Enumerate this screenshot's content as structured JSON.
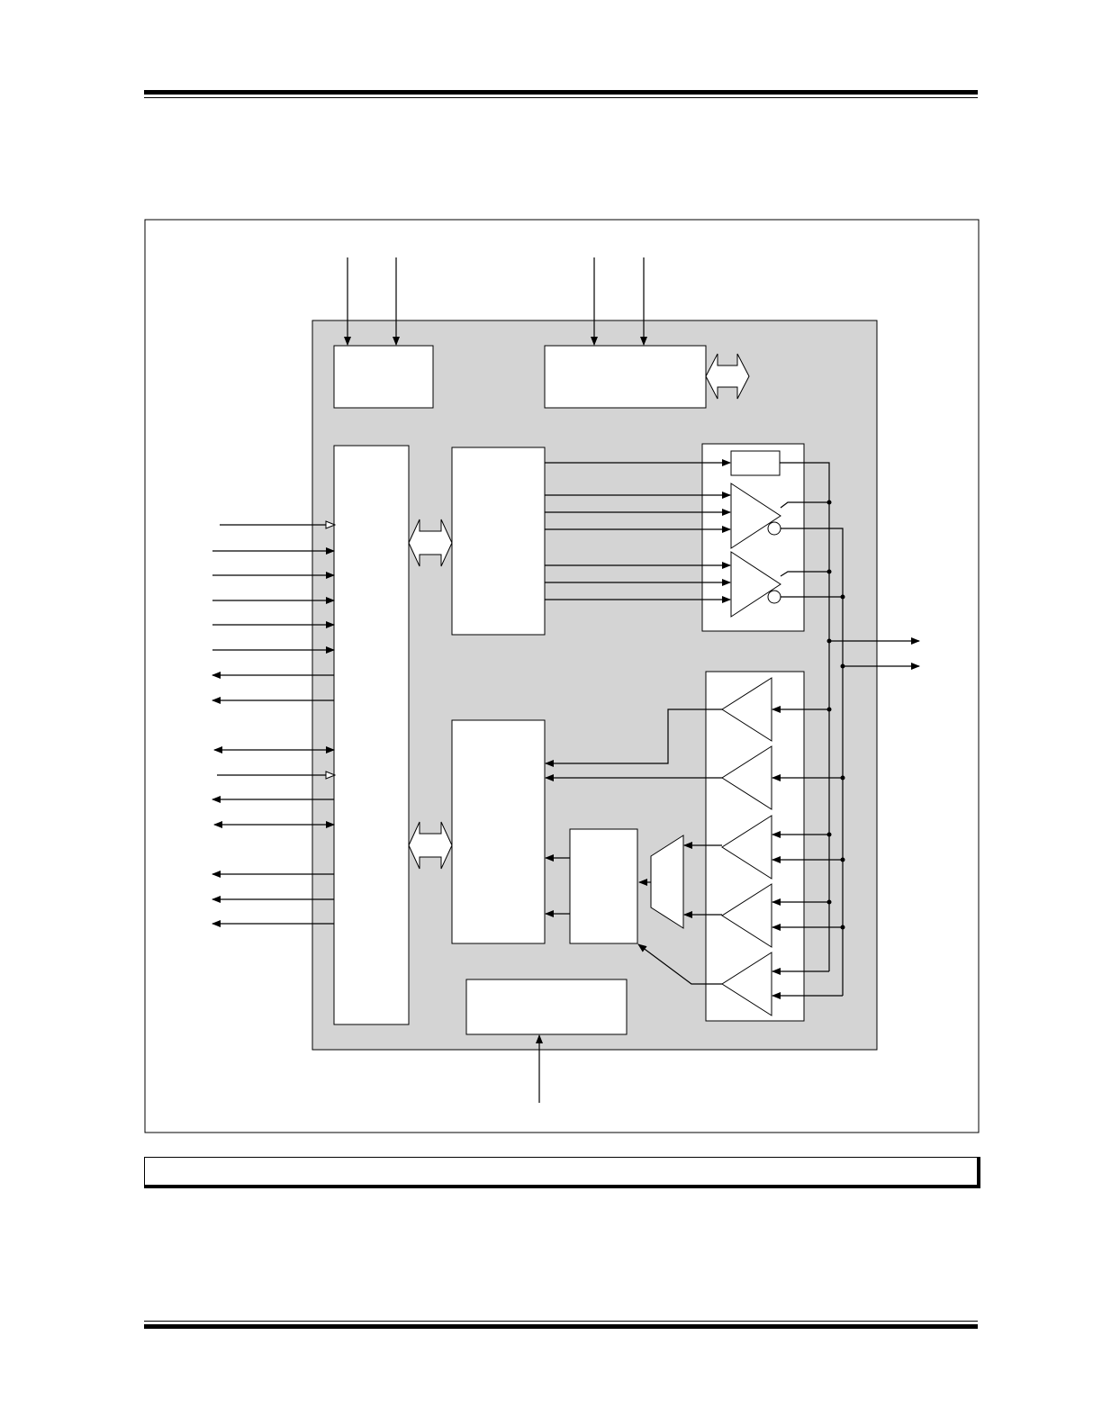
{
  "page": {
    "header_text": "",
    "footer_text": "",
    "figure_caption": "",
    "note_text": ""
  },
  "diagram": {
    "colors": {
      "panel_fill": "#d4d4d4",
      "block_fill": "#ffffff",
      "line": "#000000"
    },
    "blocks": [
      {
        "id": "top-left-block",
        "label": ""
      },
      {
        "id": "top-right-block",
        "label": ""
      },
      {
        "id": "io-port-block",
        "label": ""
      },
      {
        "id": "output-control-block",
        "label": ""
      },
      {
        "id": "driver-block",
        "label": ""
      },
      {
        "id": "input-data-block",
        "label": ""
      },
      {
        "id": "comparator-block",
        "label": ""
      },
      {
        "id": "analog-block",
        "label": ""
      },
      {
        "id": "bottom-block",
        "label": ""
      }
    ],
    "pins": {
      "left": [],
      "top": [],
      "right": [],
      "bottom": []
    }
  }
}
